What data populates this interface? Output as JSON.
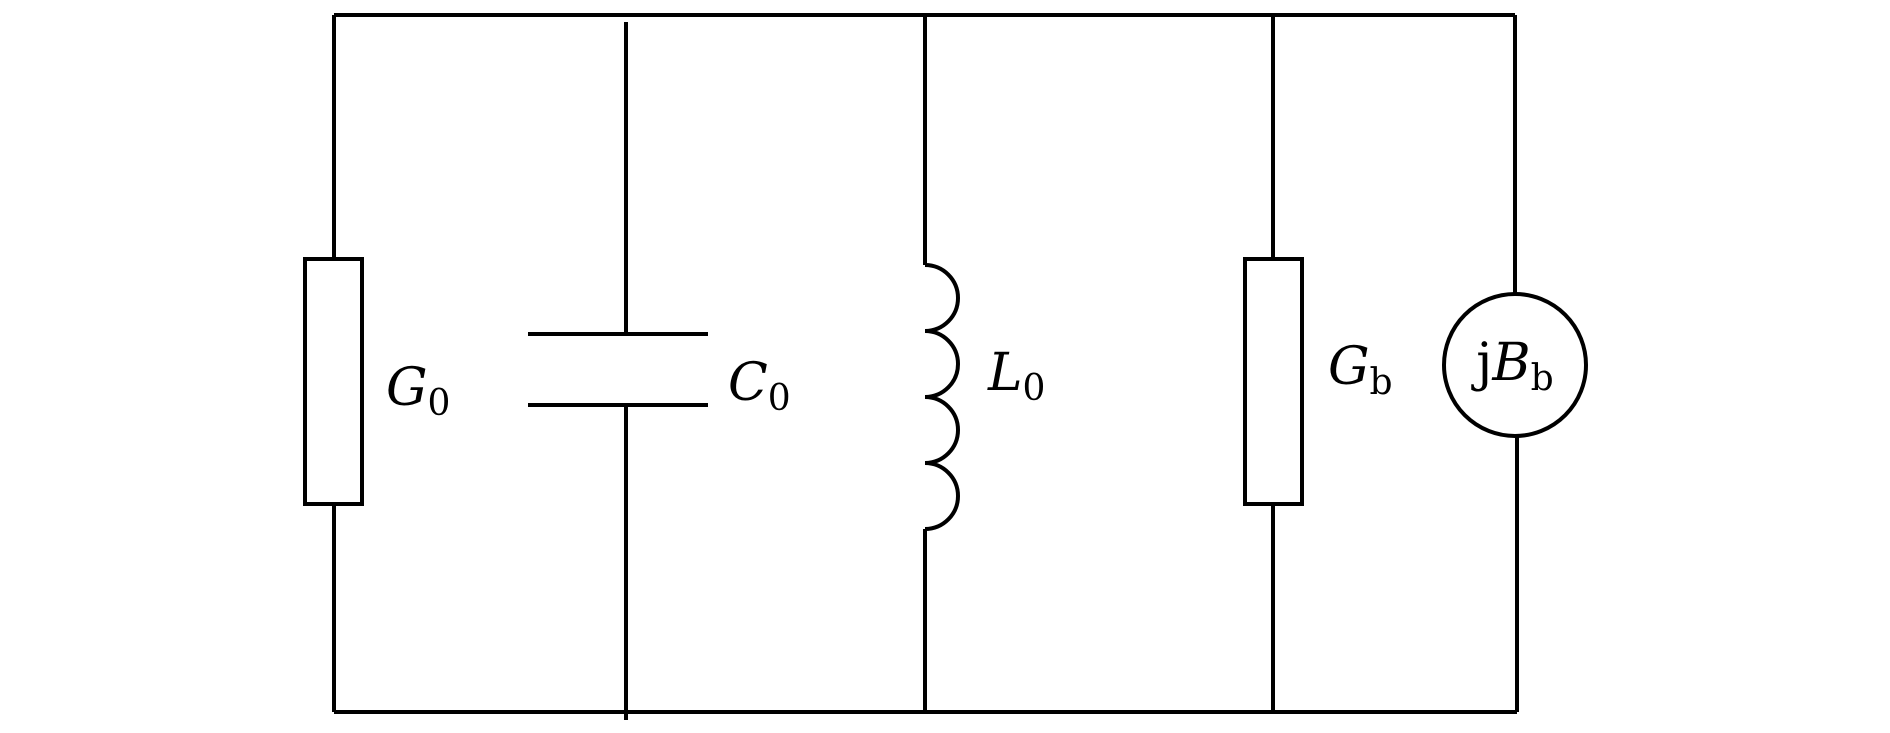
{
  "diagram": {
    "type": "parallel-circuit",
    "stroke_color": "#000000",
    "background_color": "#ffffff",
    "components": {
      "g0": {
        "kind": "resistor",
        "symbol": "G",
        "subscript": "0"
      },
      "c0": {
        "kind": "capacitor",
        "symbol": "C",
        "subscript": "0"
      },
      "l0": {
        "kind": "inductor",
        "symbol": "L",
        "subscript": "0"
      },
      "gb": {
        "kind": "resistor",
        "symbol": "G",
        "subscript": "b"
      },
      "jbb": {
        "kind": "current-source",
        "prefix": "j",
        "symbol": "B",
        "subscript": "b"
      }
    }
  }
}
